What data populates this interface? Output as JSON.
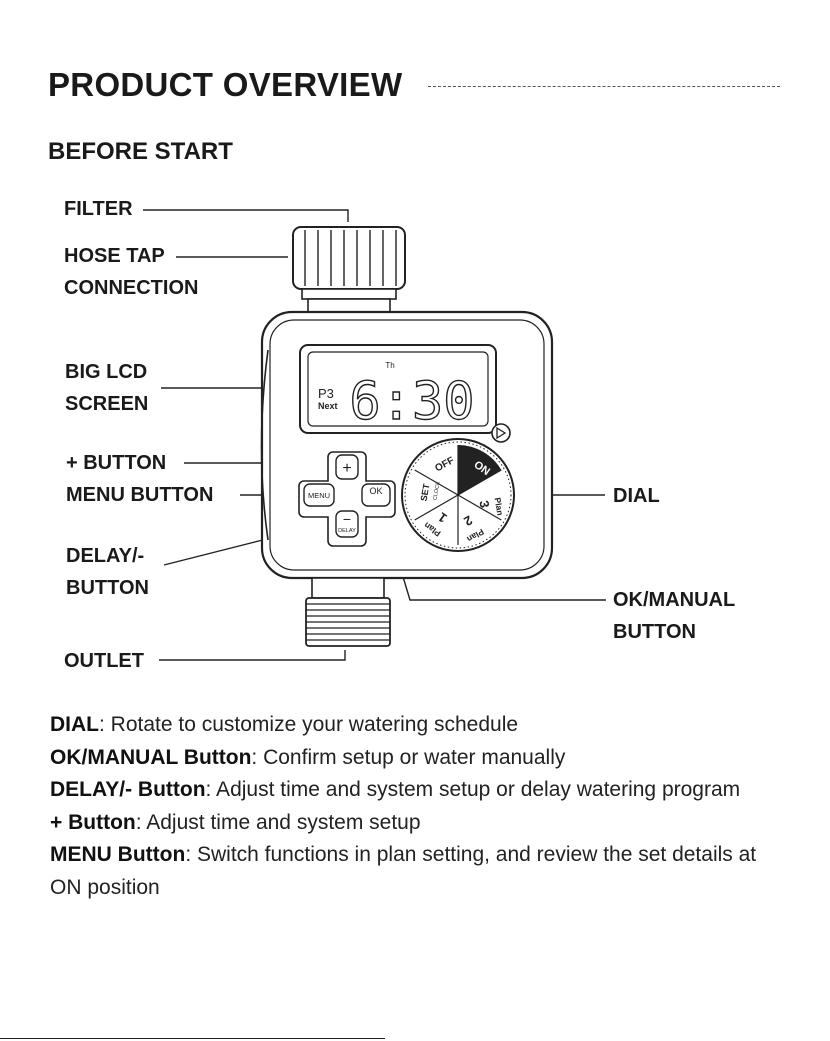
{
  "header": {
    "title": "PRODUCT OVERVIEW",
    "subtitle": "BEFORE START"
  },
  "labels": {
    "filter": "FILTER",
    "hose_tap_1": "HOSE TAP",
    "hose_tap_2": "CONNECTION",
    "lcd_1": "BIG LCD",
    "lcd_2": "SCREEN",
    "plus_button": "+ BUTTON",
    "menu_button": "MENU BUTTON",
    "delay_1": "DELAY/-",
    "delay_2": "BUTTON",
    "outlet": "OUTLET",
    "dial": "DIAL",
    "ok_1": "OK/MANUAL",
    "ok_2": "BUTTON"
  },
  "device": {
    "lcd_day": "Th",
    "lcd_plan": "P3",
    "lcd_next": "Next",
    "lcd_time": "6:30",
    "btn_plus": "+",
    "btn_menu": "MENU",
    "btn_ok": "OK",
    "btn_minus": "−",
    "btn_delay": "DELAY",
    "dial_off": "OFF",
    "dial_on": "ON",
    "dial_set": "SET",
    "dial_clock": "CLOCK",
    "dial_plan": "Plan",
    "dial_1": "1",
    "dial_2": "2",
    "dial_3": "3"
  },
  "legend": [
    {
      "term": "DIAL",
      "desc": ":  Rotate to customize your watering schedule"
    },
    {
      "term": "OK/MANUAL Button",
      "desc": ":  Confirm setup or water manually"
    },
    {
      "term": "DELAY/- Button",
      "desc": ":  Adjust time and system setup or delay watering program"
    },
    {
      "term": "+ Button",
      "desc": ":  Adjust time and system setup"
    },
    {
      "term": "MENU Button",
      "desc": ":  Switch functions in plan setting, and review the set details at ON position"
    }
  ]
}
